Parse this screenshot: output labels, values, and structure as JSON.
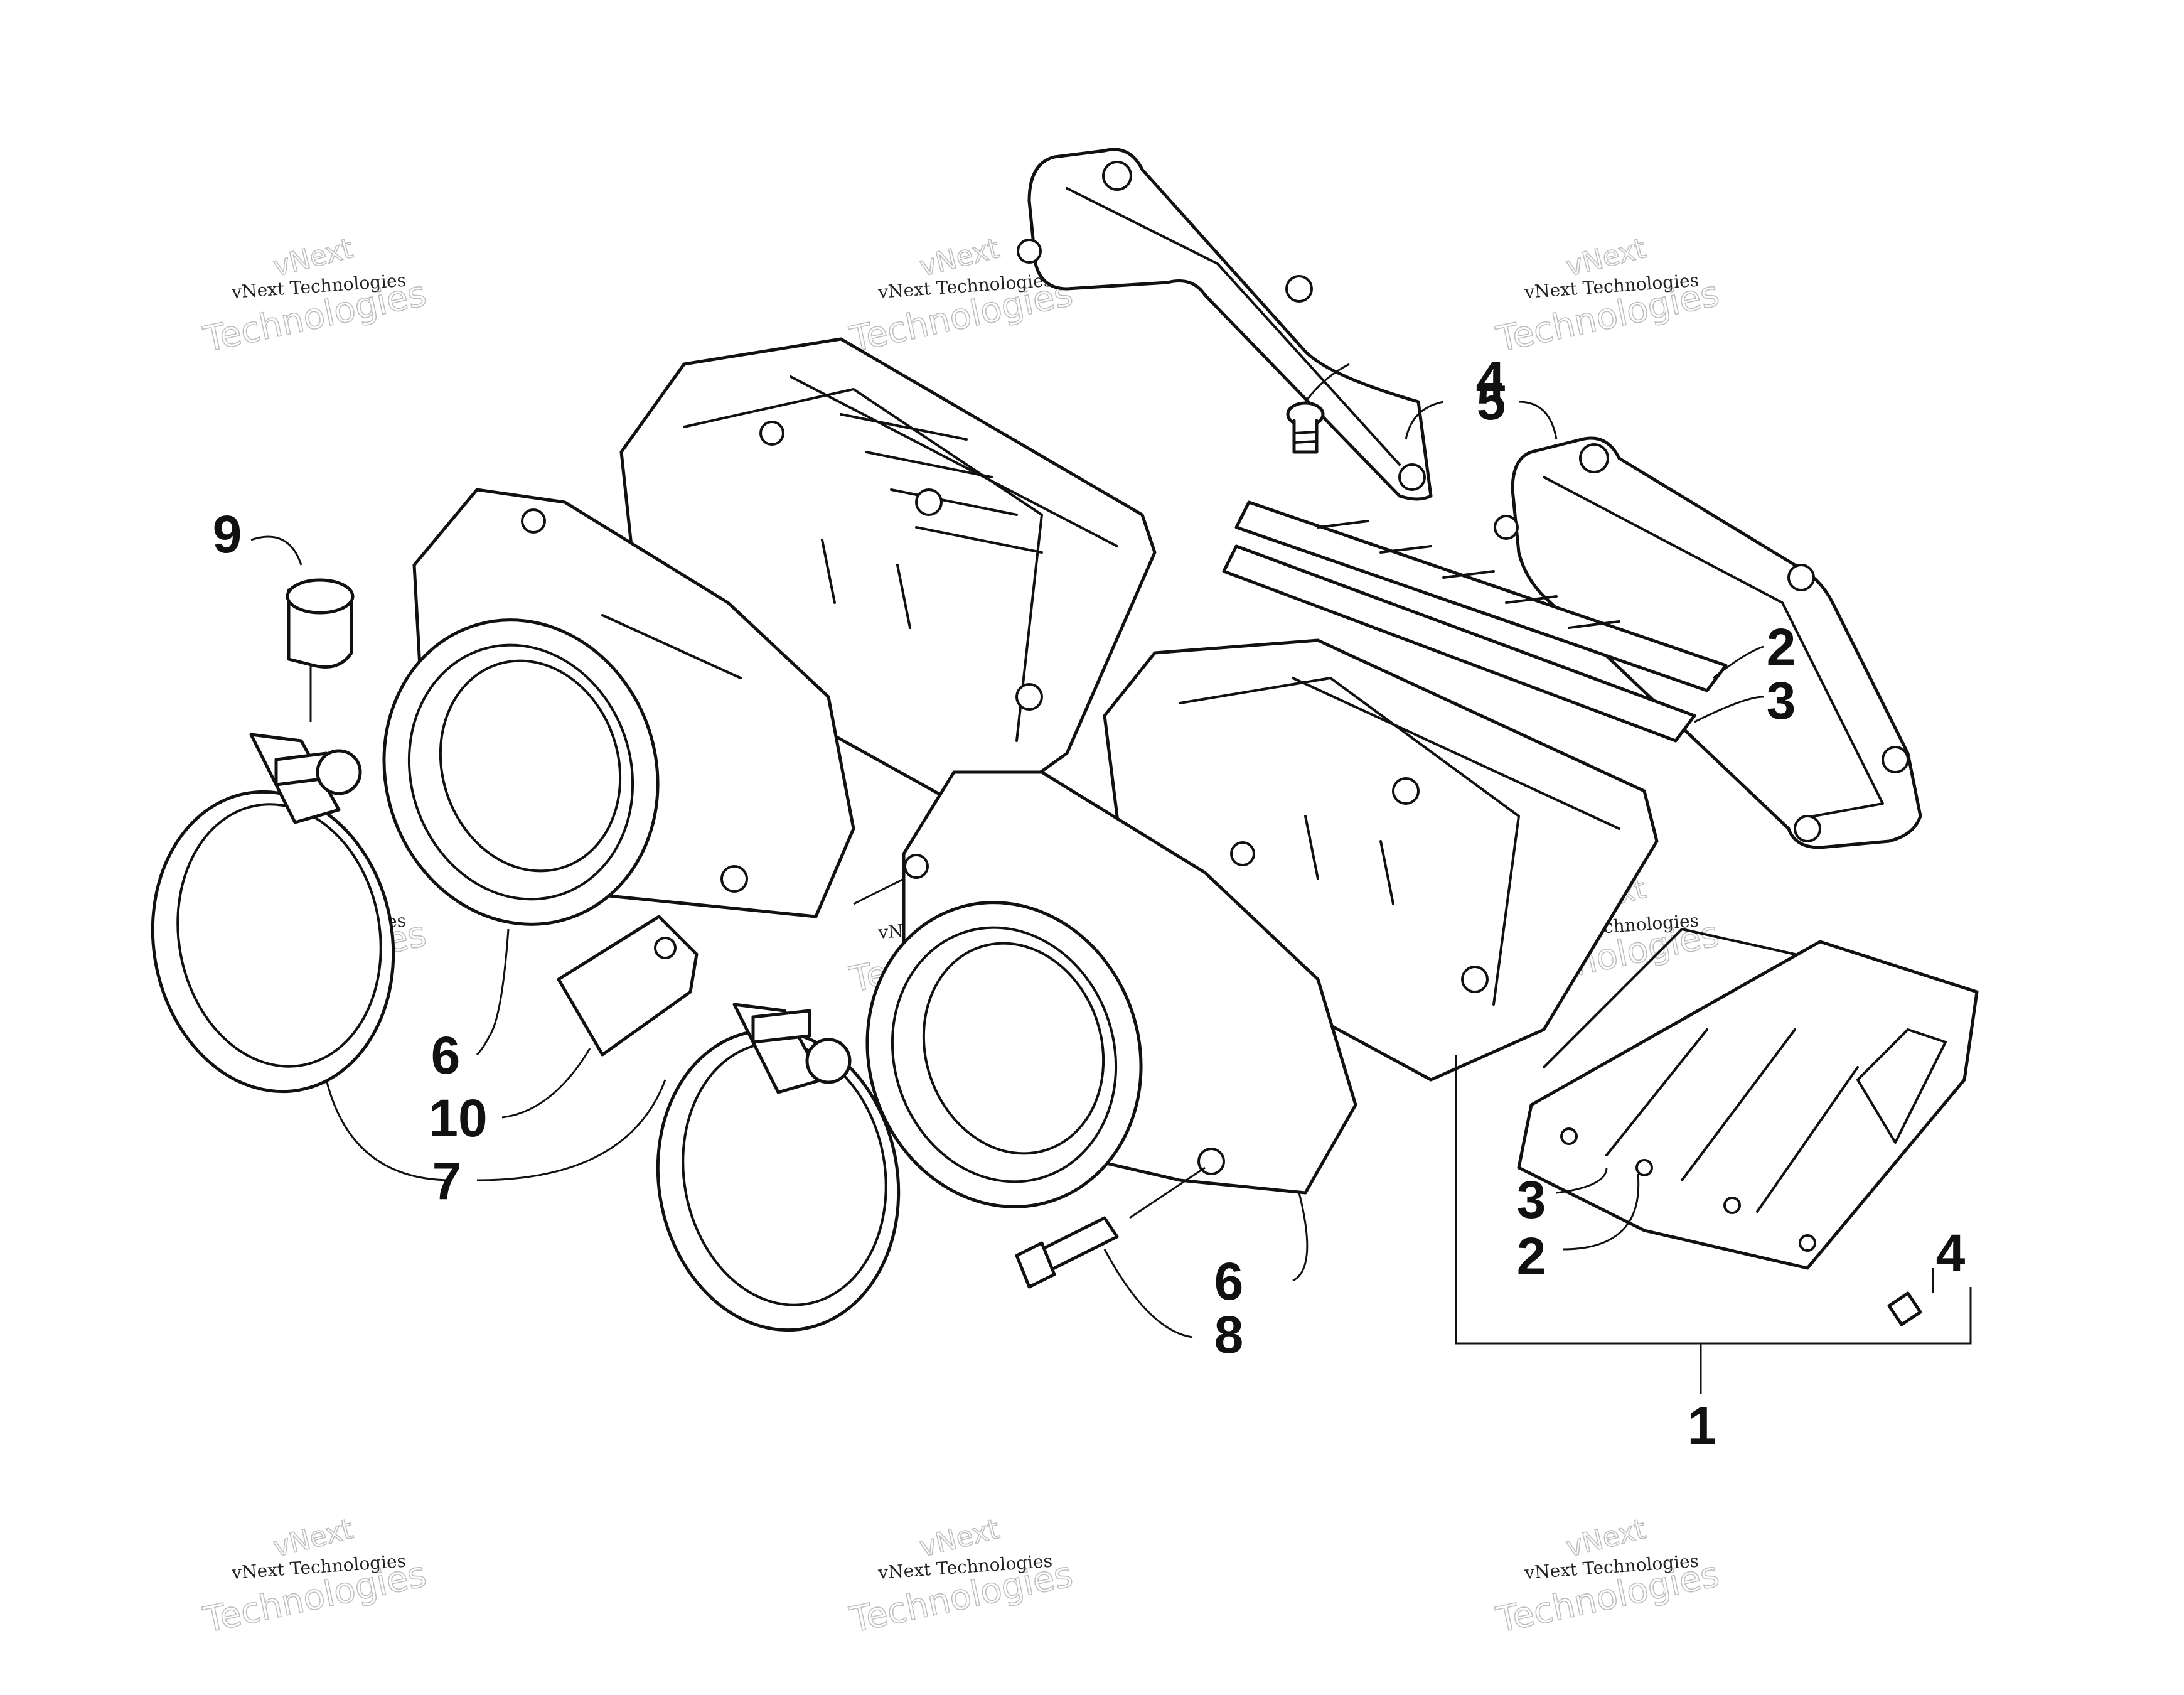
{
  "watermark": {
    "line1": "vNext",
    "line2": "vNext Technologies",
    "line3": "Technologies"
  },
  "callouts": {
    "c1": "1",
    "c2_upper": "2",
    "c2_lower": "2",
    "c3_upper": "3",
    "c3_lower": "3",
    "c4_upper": "4",
    "c4_lower": "4",
    "c5": "5",
    "c6_left": "6",
    "c6_right": "6",
    "c7": "7",
    "c8": "8",
    "c9": "9",
    "c10": "10"
  }
}
